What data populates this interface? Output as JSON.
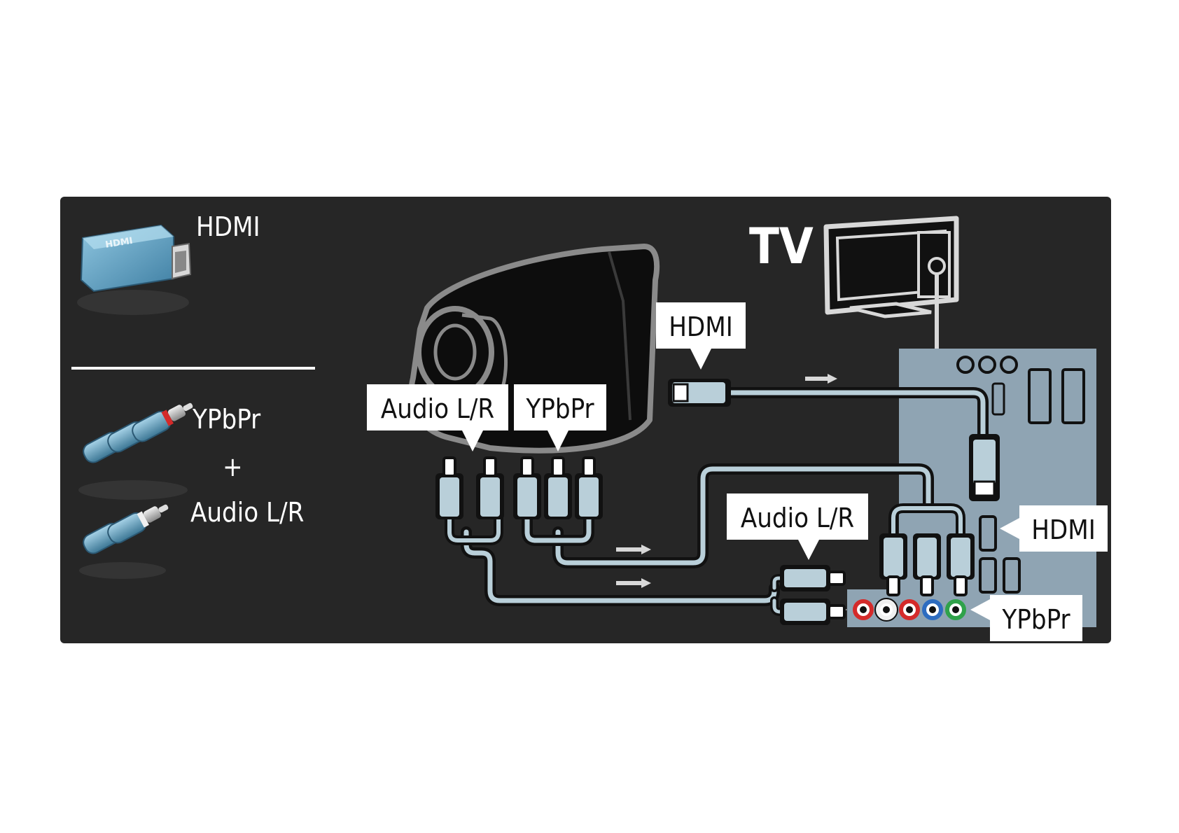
{
  "legend": {
    "hdmi_title": "HDMI",
    "hdmi_icon_text": "HDMI",
    "ypbpr_title": "YPbPr",
    "plus": "+",
    "audio_title": "Audio L/R"
  },
  "tv": {
    "title": "TV"
  },
  "callouts": {
    "camera_hdmi": "HDMI",
    "camera_audio": "Audio L/R",
    "camera_ypbpr": "YPbPr",
    "tv_audio": "Audio L/R",
    "tv_hdmi": "HDMI",
    "tv_ypbpr": "YPbPr"
  },
  "colors": {
    "panel_background": "#262626",
    "tv_panel": "#8fa4b3",
    "cable": "#b9cfd9",
    "label_background": "#ffffff",
    "jack_red": "#d42a2a",
    "jack_white": "#f0f0f0",
    "jack_blue": "#2d6cc0",
    "jack_green": "#2fa24a"
  },
  "icons": [
    "hdmi-plug-icon",
    "component-rca-plugs-icon",
    "audio-rca-plugs-icon",
    "camcorder-icon",
    "tv-icon"
  ]
}
